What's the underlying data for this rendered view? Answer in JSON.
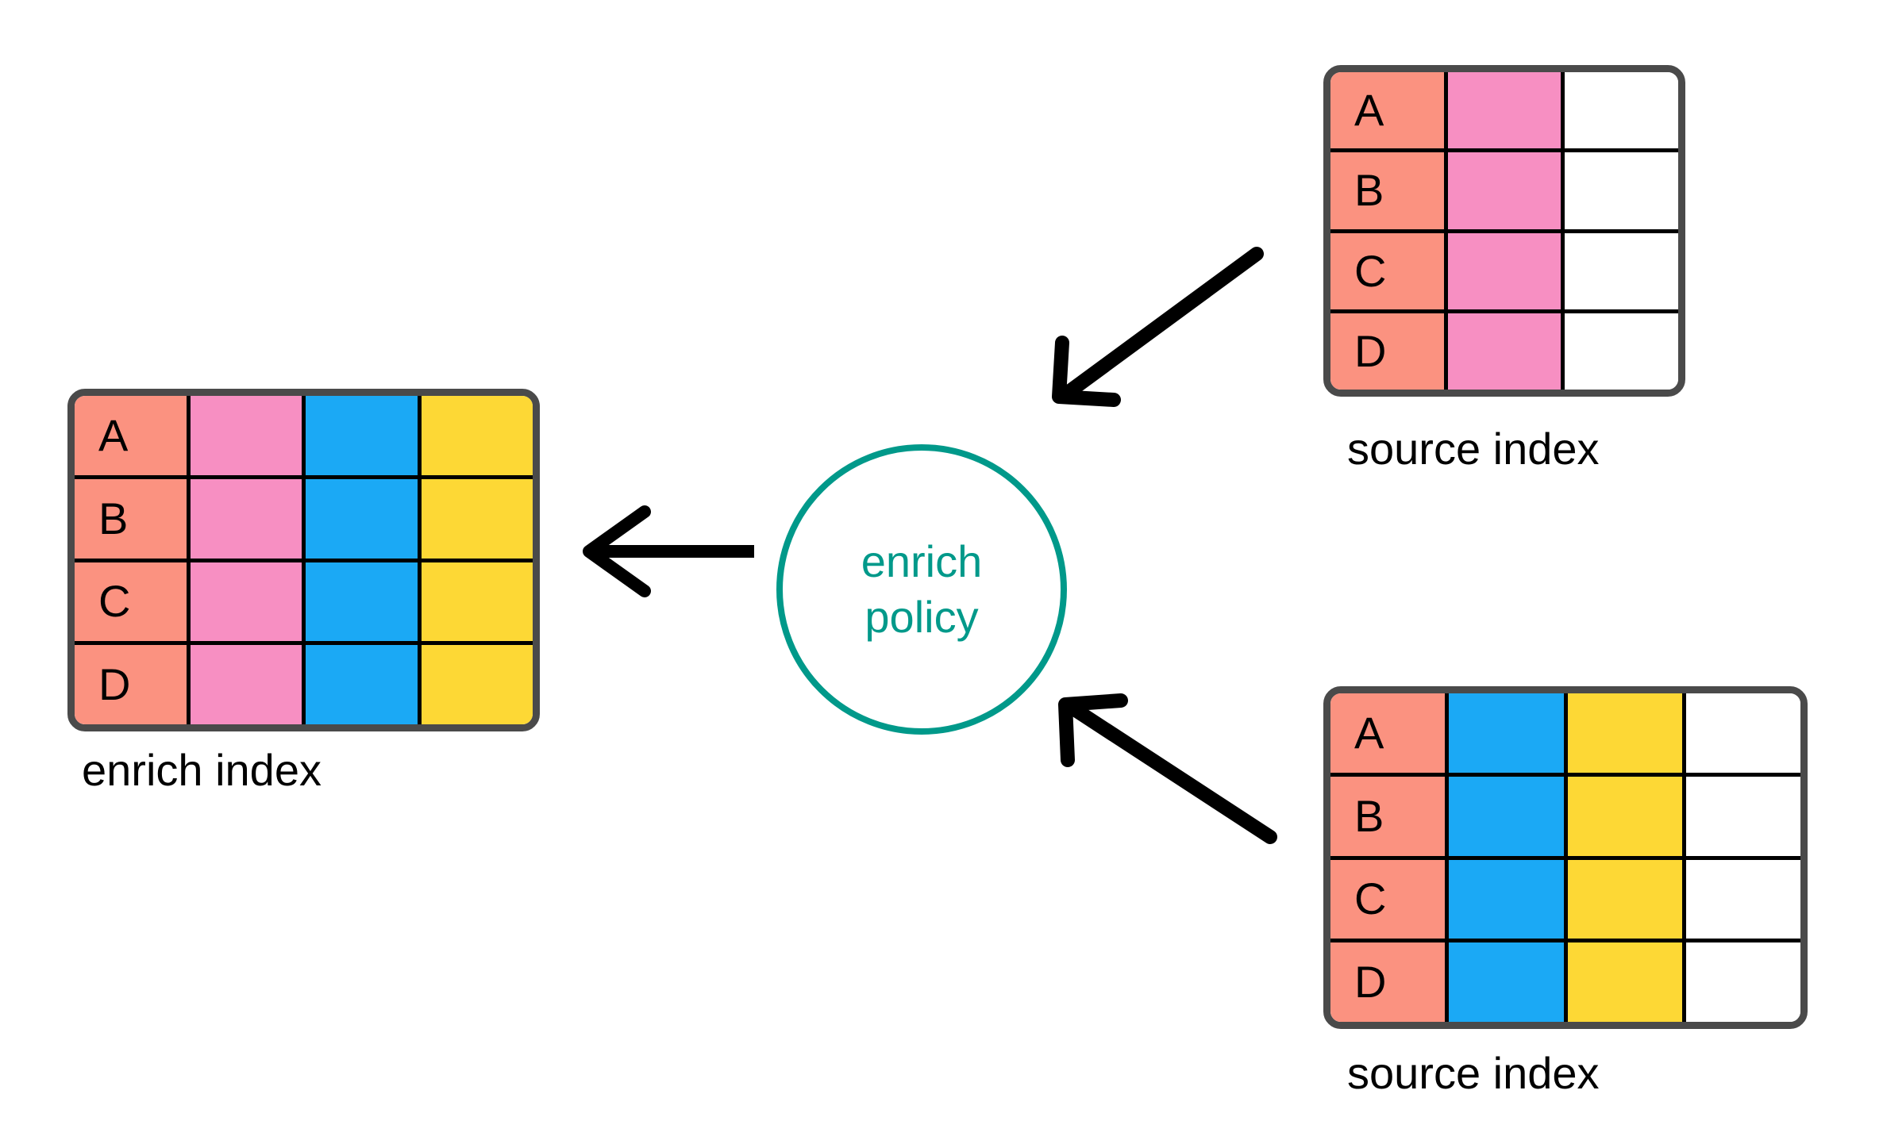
{
  "palette": {
    "key": "#fb9280",
    "pink": "#f78fc2",
    "blue": "#1ba9f5",
    "yellow": "#fdd835",
    "empty": "#ffffff",
    "teal": "#00998a",
    "border": "#4a4a4a",
    "gridline": "#000000",
    "arrow": "#000000",
    "background": "#ffffff"
  },
  "policy": {
    "line1": "enrich",
    "line2": "policy"
  },
  "enrich_index": {
    "caption": "enrich index",
    "keys": [
      "A",
      "B",
      "C",
      "D"
    ],
    "columns": [
      "key",
      "pink",
      "blue",
      "yellow"
    ]
  },
  "source_index_top": {
    "caption": "source index",
    "keys": [
      "A",
      "B",
      "C",
      "D"
    ],
    "columns": [
      "key",
      "pink",
      "empty"
    ]
  },
  "source_index_bottom": {
    "caption": "source index",
    "keys": [
      "A",
      "B",
      "C",
      "D"
    ],
    "columns": [
      "key",
      "blue",
      "yellow",
      "empty"
    ]
  },
  "arrows": [
    {
      "name": "arrow-policy-to-enrich-index",
      "direction": "left"
    },
    {
      "name": "arrow-source-top-to-policy",
      "direction": "down-left"
    },
    {
      "name": "arrow-source-bottom-to-policy",
      "direction": "up-left"
    }
  ]
}
